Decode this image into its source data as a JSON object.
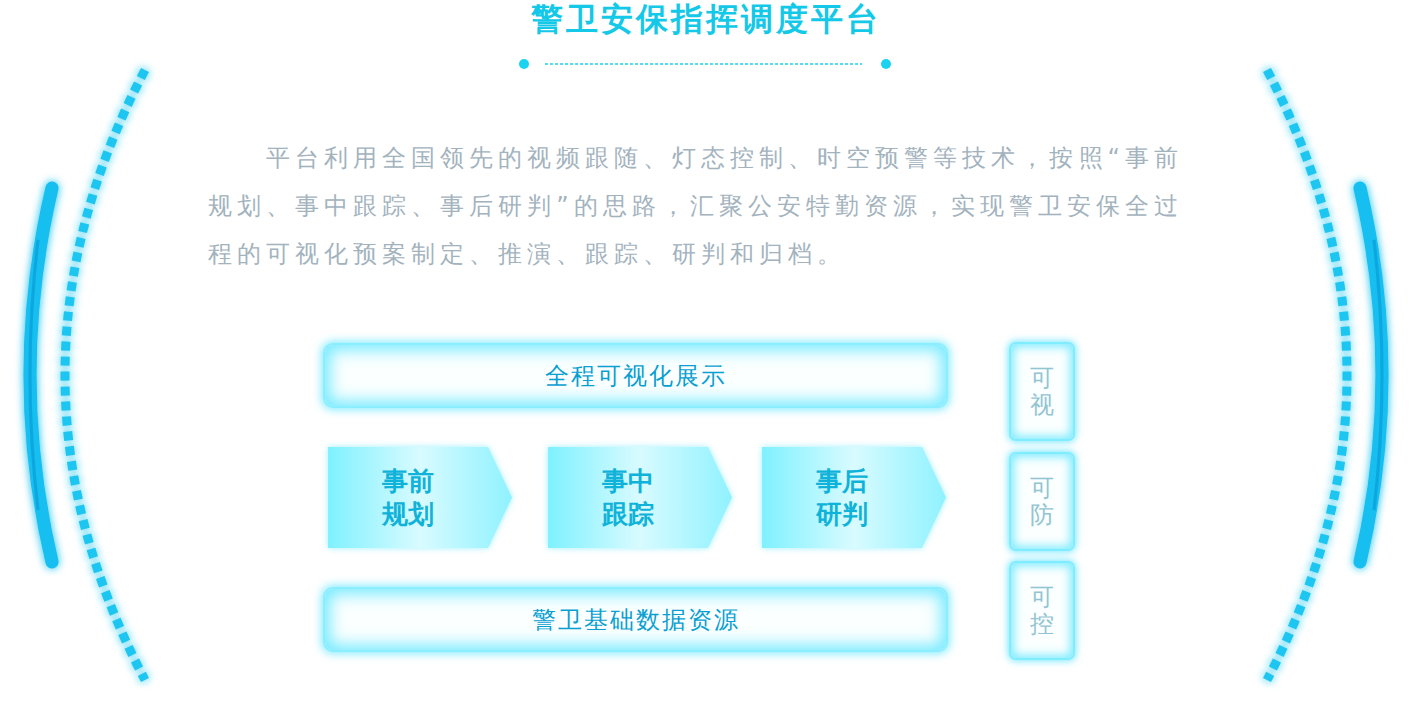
{
  "diagram": {
    "title": "警卫安保指挥调度平台",
    "nodes": [
      {
        "text": [
          "全程可视化展示"
        ]
      },
      {
        "text": [
          "事前 规划"
        ]
      },
      {
        "text": [
          "事中 跟踪"
        ]
      },
      {
        "text": [
          "事后 研判"
        ]
      },
      {
        "text": [
          "警卫基础数据资源"
        ]
      },
      {
        "text": [
          "可视"
        ]
      },
      {
        "text": [
          "可防"
        ]
      },
      {
        "text": [
          "可控"
        ]
      }
    ],
    "labels": [
      "平台利用全国领先的视频跟随、灯态控制、时空预警等技术，按照“事前规划、事中跟踪、事后研判”的思路，汇聚公安特勤资源，实现警卫安保全过程的可视化预案制定、推演、跟踪、研判和归档。"
    ]
  }
}
